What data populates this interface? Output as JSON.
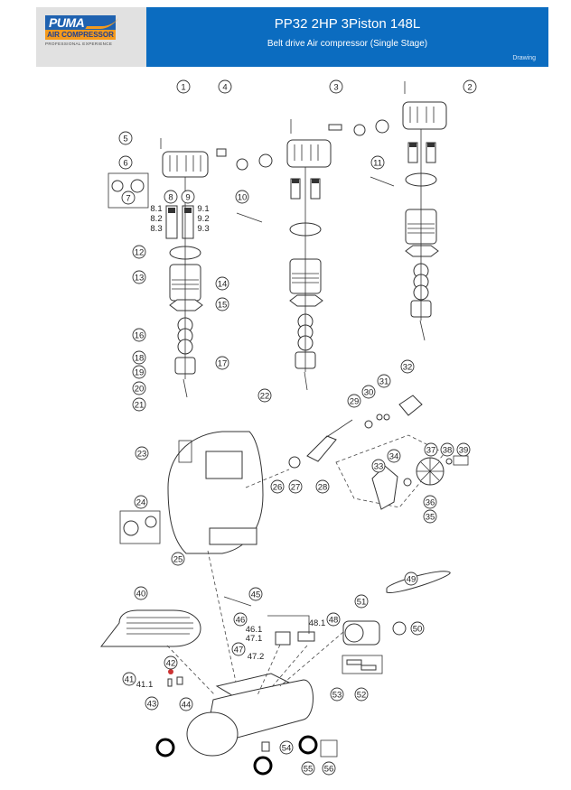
{
  "logo": {
    "brand": "PUMA",
    "tagline": "AIR COMPRESSOR",
    "slogan": "PROFESSIONAL EXPERIENCE"
  },
  "header": {
    "title": "PP32 2HP 3Piston 148L",
    "subtitle": "Belt drive Air compressor (Single Stage)",
    "section": "Drawing"
  },
  "callouts": [
    "1",
    "2",
    "3",
    "4",
    "5",
    "6",
    "7",
    "8",
    "9",
    "10",
    "11",
    "12",
    "13",
    "14",
    "15",
    "16",
    "17",
    "18",
    "19",
    "20",
    "21",
    "22",
    "23",
    "24",
    "25",
    "26",
    "27",
    "28",
    "29",
    "30",
    "31",
    "32",
    "33",
    "34",
    "35",
    "36",
    "37",
    "38",
    "39",
    "40",
    "41",
    "42",
    "43",
    "44",
    "45",
    "46",
    "47",
    "48",
    "49",
    "50",
    "51",
    "52",
    "53",
    "54",
    "55",
    "56"
  ],
  "sub_labels": [
    "8.1",
    "8.2",
    "8.3",
    "9.1",
    "9.2",
    "9.3",
    "41.1",
    "46.1",
    "47.1",
    "47.2",
    "48.1"
  ]
}
